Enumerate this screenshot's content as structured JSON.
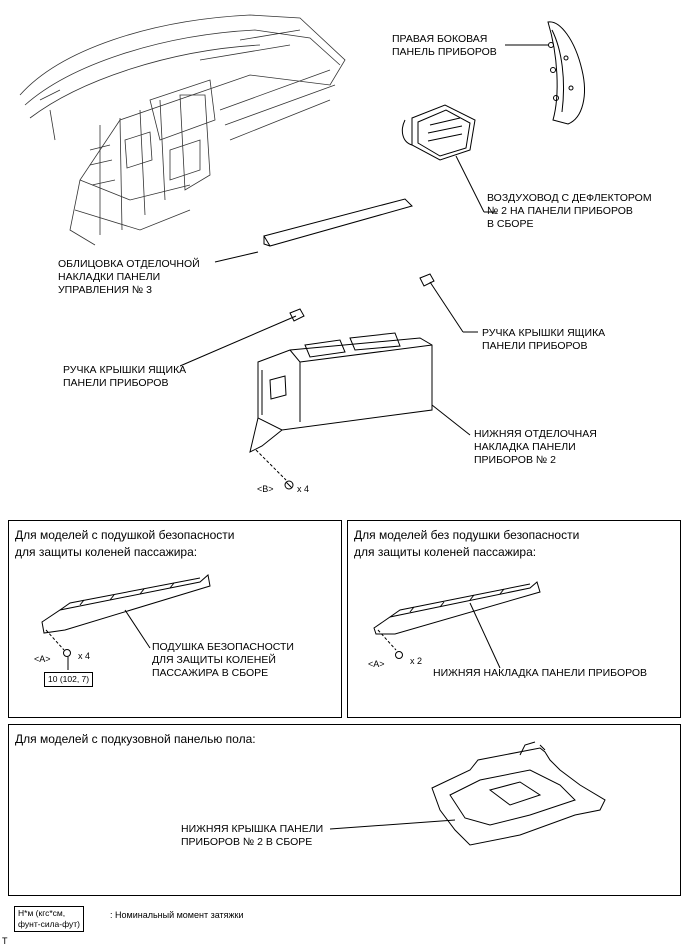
{
  "labels": {
    "right_side_panel": "ПРАВАЯ БОКОВАЯ\nПАНЕЛЬ ПРИБОРОВ",
    "air_duct": "ВОЗДУХОВОД С ДЕФЛЕКТОРОМ\n№ 2 НА ПАНЕЛИ ПРИБОРОВ\nВ СБОРЕ",
    "trim_cover": "ОБЛИЦОВКА ОТДЕЛОЧНОЙ\nНАКЛАДКИ ПАНЕЛИ\nУПРАВЛЕНИЯ № 3",
    "handle_right": "РУЧКА КРЫШКИ ЯЩИКА\nПАНЕЛИ ПРИБОРОВ",
    "handle_left": "РУЧКА КРЫШКИ ЯЩИКА\nПАНЕЛИ ПРИБОРОВ",
    "lower_finish_panel": "НИЖНЯЯ ОТДЕЛОЧНАЯ\nНАКЛАДКА ПАНЕЛИ\nПРИБОРОВ № 2",
    "fastener_b": "<B>",
    "fastener_b_count": "x 4"
  },
  "box_knee_airbag": {
    "title": "Для моделей с подушкой безопасности\nдля защиты коленей пассажира:",
    "part": "ПОДУШКА БЕЗОПАСНОСТИ\nДЛЯ ЗАЩИТЫ КОЛЕНЕЙ\nПАССАЖИРА В СБОРЕ",
    "fastener": "<A>",
    "count": "x 4",
    "torque": "10 (102, 7)"
  },
  "box_no_airbag": {
    "title": "Для моделей без подушки безопасности\nдля защиты коленей пассажира:",
    "part": "НИЖНЯЯ НАКЛАДКА ПАНЕЛИ ПРИБОРОВ",
    "fastener": "<A>",
    "count": "x 2"
  },
  "box_under_cover": {
    "title": "Для моделей с подкузовной панелью пола:",
    "part": "НИЖНЯЯ КРЫШКА ПАНЕЛИ\nПРИБОРОВ № 2 В СБОРЕ"
  },
  "legend": {
    "units": "Н*м (кгс*см,\nфунт-сила-фут)",
    "description": ": Номинальный момент затяжки"
  },
  "corner_mark": "T"
}
